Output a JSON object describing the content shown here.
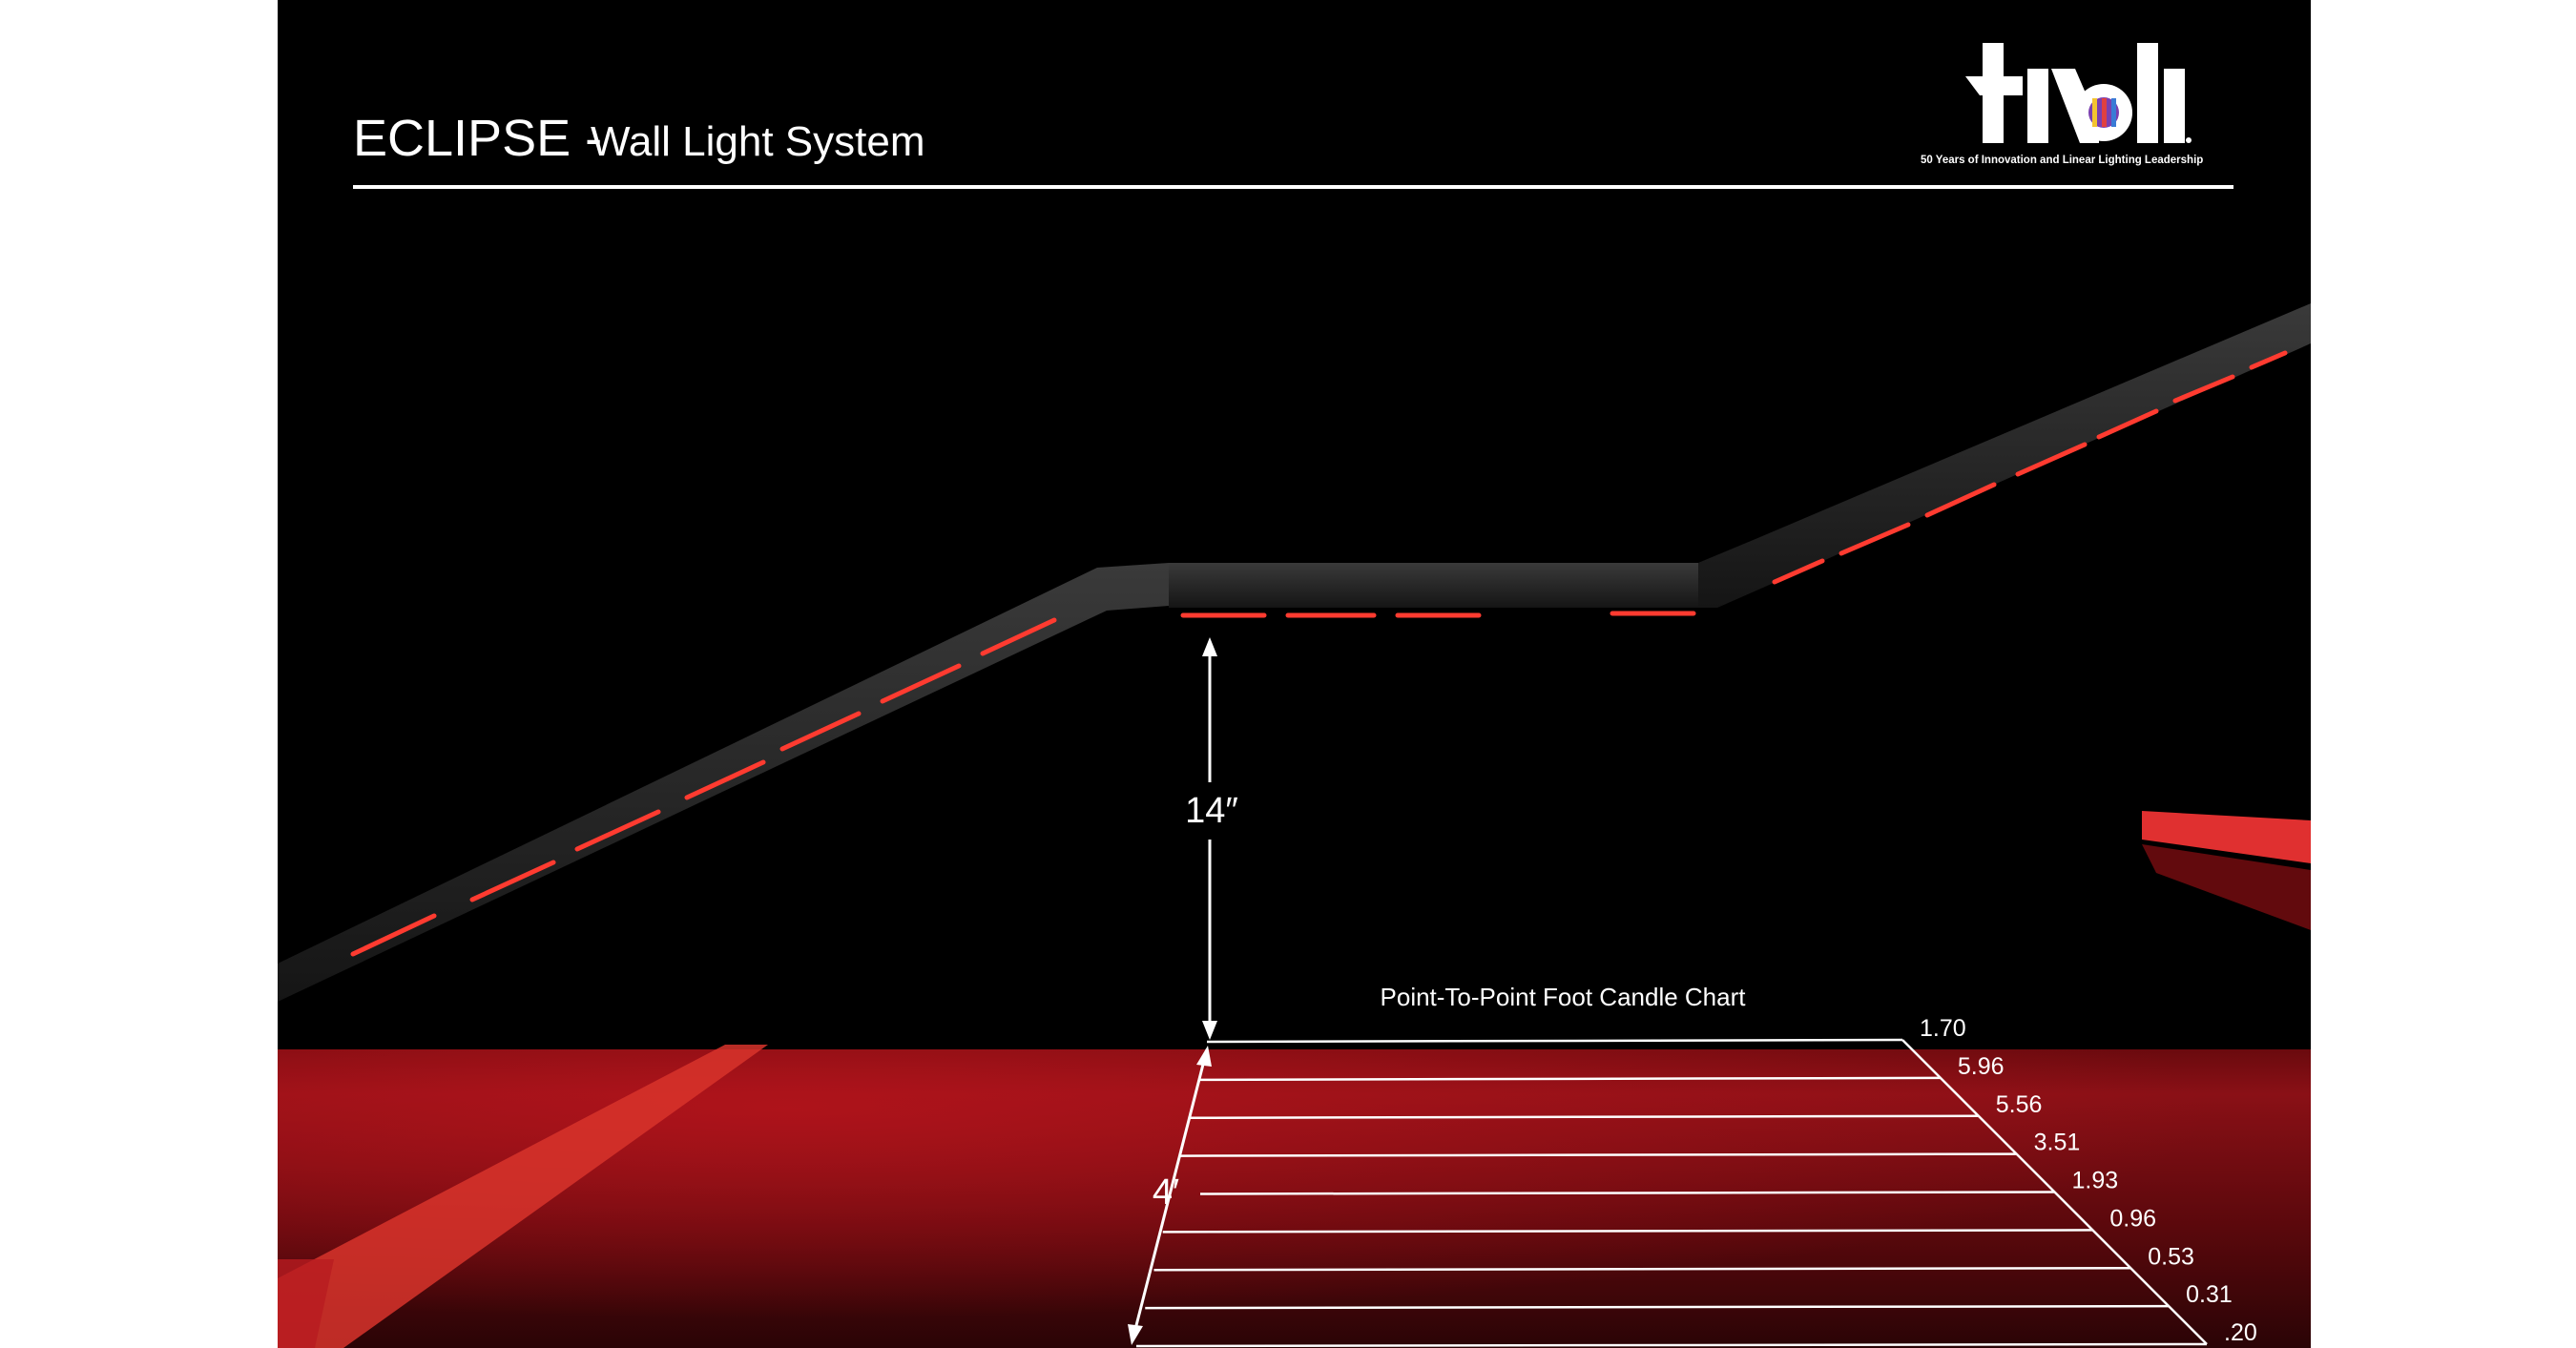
{
  "header": {
    "title": "ECLIPSE -",
    "subtitle": "Wall Light System"
  },
  "logo": {
    "wordmark": "tivoli",
    "tagline": "50 Years of Innovation and Linear Lighting Leadership"
  },
  "dimensions": {
    "height_label": "14″",
    "depth_label": "4′"
  },
  "colors": {
    "background": "#000000",
    "light": "#e0202a",
    "floor": "#8a0f14"
  },
  "chart_data": {
    "type": "table",
    "title": "Point-To-Point Foot Candle Chart",
    "values": [
      "1.70",
      "5.96",
      "5.56",
      "3.51",
      "1.93",
      "0.96",
      "0.53",
      "0.31",
      ".20"
    ]
  }
}
